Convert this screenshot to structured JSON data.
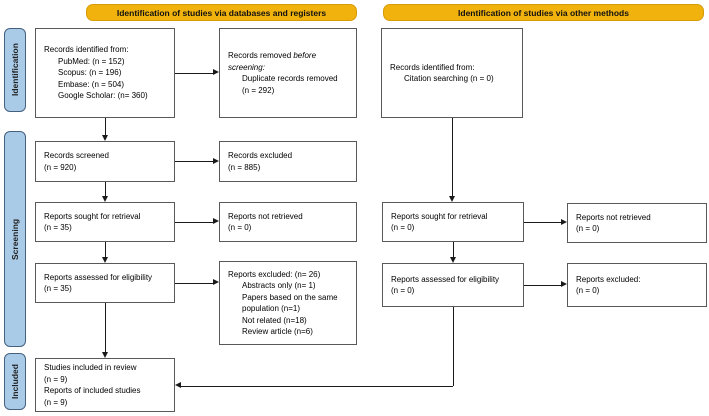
{
  "banners": {
    "databases": "Identification of studies via databases and registers",
    "other_methods": "Identification of studies via other methods"
  },
  "stages": {
    "identification": "Identification",
    "screening": "Screening",
    "included": "Included"
  },
  "colors": {
    "banner_yellow": "#F1B20E",
    "stage_blue": "#A9CBE8",
    "box_border_gray": "#595959"
  },
  "boxes": {
    "db_identified": {
      "title": "Records identified from:",
      "items": [
        "PubMed: (n = 152)",
        "Scopus: (n = 196)",
        "Embase: (n = 504)",
        "Google Scholar: (n= 360)"
      ]
    },
    "records_removed": {
      "line1_normal": "Records removed ",
      "line1_italic": "before",
      "line2_italic": "screening:",
      "items": [
        "Duplicate records removed",
        "(n = 292)"
      ]
    },
    "records_screened": {
      "lines": [
        "Records screened",
        "(n = 920)"
      ]
    },
    "records_excluded": {
      "lines": [
        "Records excluded",
        "(n = 885)"
      ]
    },
    "reports_sought_db": {
      "lines": [
        "Reports sought for retrieval",
        "(n = 35)"
      ]
    },
    "reports_not_retrieved_db": {
      "lines": [
        "Reports not retrieved",
        "(n = 0)"
      ]
    },
    "reports_assessed_db": {
      "lines": [
        "Reports assessed for eligibility",
        "(n = 35)"
      ]
    },
    "reports_excluded_db": {
      "title": "Reports excluded: (n= 26)",
      "items": [
        "Abstracts only (n= 1)",
        "Papers based on the same",
        "population (n=1)",
        "Not related (n=18)",
        "Review article (n=6)"
      ]
    },
    "included_studies": {
      "lines": [
        "Studies included in review",
        "(n = 9)",
        "Reports of included studies",
        "(n = 9)"
      ]
    },
    "other_identified": {
      "title": "Records identified from:",
      "items": [
        "Citation searching (n = 0)"
      ]
    },
    "reports_sought_other": {
      "lines": [
        "Reports sought for retrieval",
        "(n = 0)"
      ]
    },
    "reports_not_retrieved_other": {
      "lines": [
        "Reports not retrieved",
        "(n = 0)"
      ]
    },
    "reports_assessed_other": {
      "lines": [
        "Reports assessed for eligibility",
        "(n = 0)"
      ]
    },
    "reports_excluded_other": {
      "lines": [
        "Reports excluded:",
        "(n = 0)"
      ]
    }
  }
}
